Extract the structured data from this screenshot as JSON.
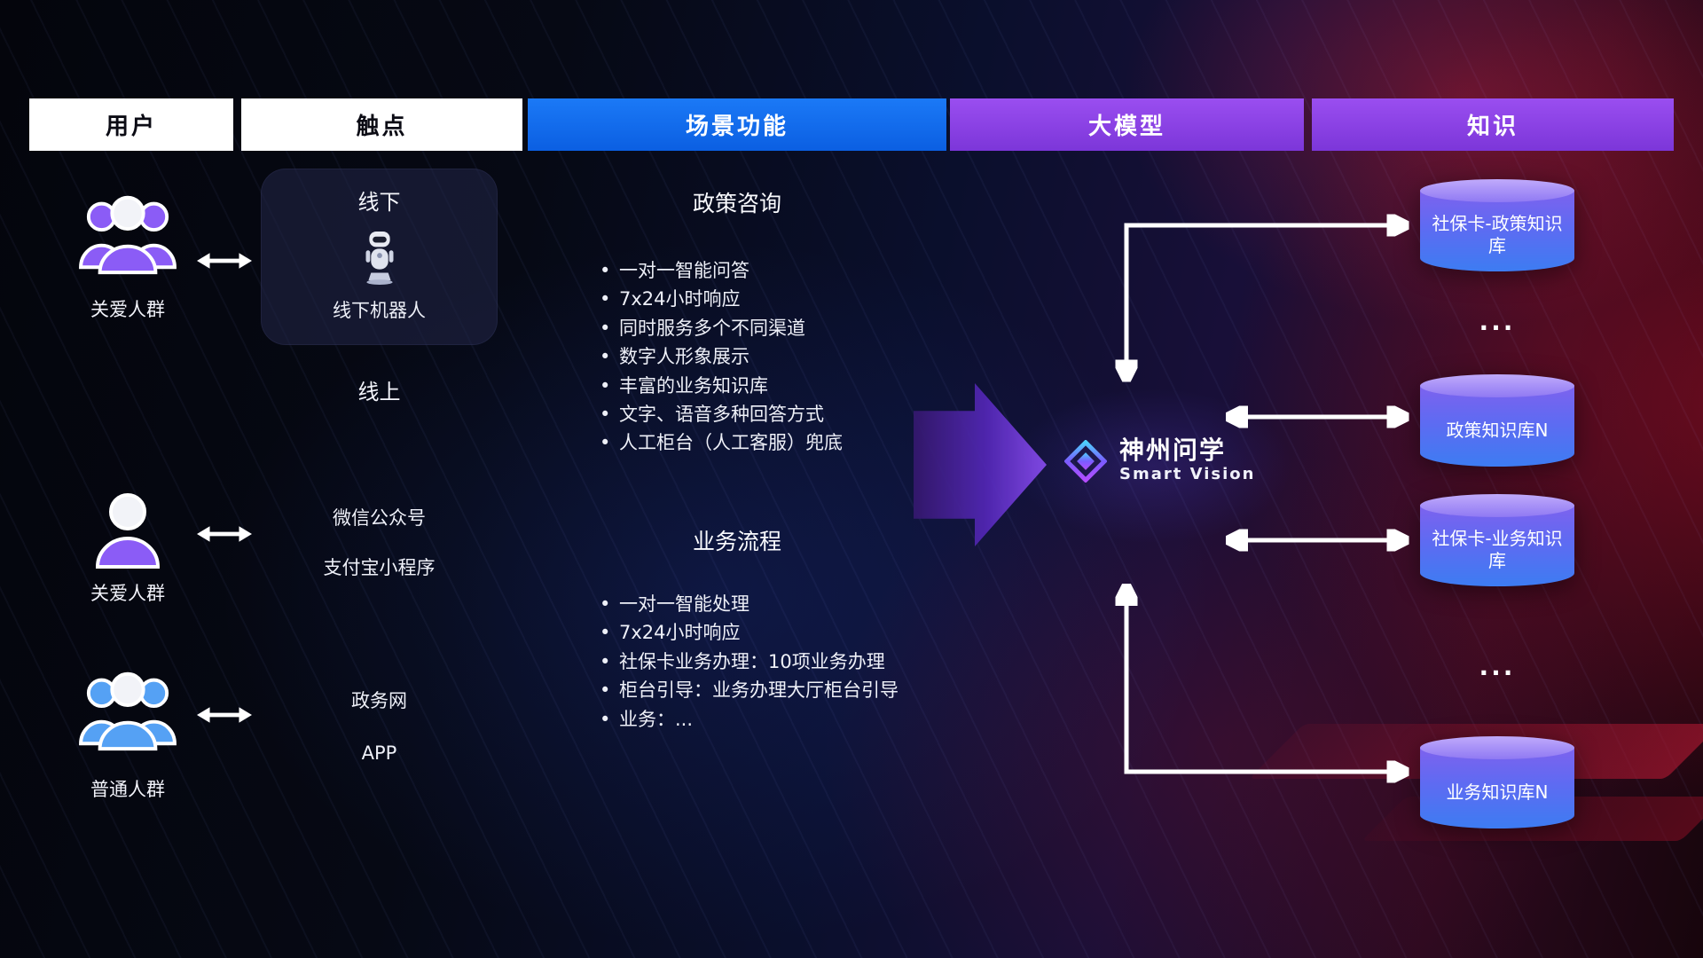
{
  "colors": {
    "header_blue": "#0e6cf0",
    "header_purple": "#8c3fe0",
    "cylinder_top": "#c0aafb",
    "cylinder_body_top": "#7d62ee",
    "cylinder_body_bottom": "#3d7cf2",
    "people_purple": "#8b5cf6",
    "people_blue": "#55a1f4",
    "arrow_white": "#ffffff"
  },
  "headers": [
    {
      "label": "用户"
    },
    {
      "label": "触点"
    },
    {
      "label": "场景功能"
    },
    {
      "label": "大模型"
    },
    {
      "label": "知识"
    }
  ],
  "users": [
    {
      "label": "关爱人群"
    },
    {
      "label": "关爱人群"
    },
    {
      "label": "普通人群"
    }
  ],
  "touchpoints": {
    "offline_title": "线下",
    "offline_device": "线下机器人",
    "online_title": "线上",
    "wechat": "微信公众号",
    "alipay": "支付宝小程序",
    "gov_web": "政务网",
    "app": "APP"
  },
  "scenes": [
    {
      "title": "政策咨询",
      "bullets": [
        "一对一智能问答",
        "7x24小时响应",
        "同时服务多个不同渠道",
        "数字人形象展示",
        "丰富的业务知识库",
        "文字、语音多种回答方式",
        "人工柜台（人工客服）兜底"
      ]
    },
    {
      "title": "业务流程",
      "bullets": [
        "一对一智能处理",
        "7x24小时响应",
        "社保卡业务办理：10项业务办理",
        "柜台引导：业务办理大厅柜台引导",
        "业务：..."
      ]
    }
  ],
  "model": {
    "name": "神州问学",
    "subtitle": "Smart Vision"
  },
  "knowledge": {
    "items": [
      {
        "label": "社保卡-政策知识库"
      },
      {
        "label": "..."
      },
      {
        "label": "政策知识库N"
      },
      {
        "label": "社保卡-业务知识库"
      },
      {
        "label": "..."
      },
      {
        "label": "业务知识库N"
      }
    ]
  }
}
